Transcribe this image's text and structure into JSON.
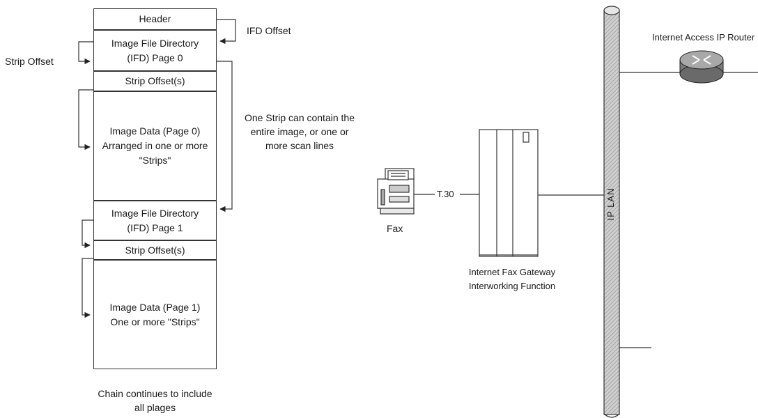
{
  "tiff_structure": {
    "header": "Header",
    "ifd_page0": "Image File Directory\n(IFD) Page 0",
    "strip_offsets_0": "Strip Offset(s)",
    "image_data_page0": "Image Data (Page 0)\nArranged in one or more\n\"Strips\"",
    "ifd_page1": "Image File Directory\n(IFD) Page 1",
    "strip_offsets_1": "Strip Offset(s)",
    "image_data_page1": "Image Data (Page 1)\nOne or more \"Strips\"",
    "ifd_offset_label": "IFD Offset",
    "strip_offset_label": "Strip Offset",
    "strip_note": "One Strip can contain the\nentire image, or one or\nmore scan lines",
    "chain_note": "Chain continues to include\nall plages"
  },
  "network": {
    "fax_label": "Fax",
    "t30_label": "T.30",
    "gateway_label": "Internet Fax Gateway\nInterworking Function",
    "lan_label": "IP LAN",
    "router_label": "Internet Access IP Router"
  }
}
